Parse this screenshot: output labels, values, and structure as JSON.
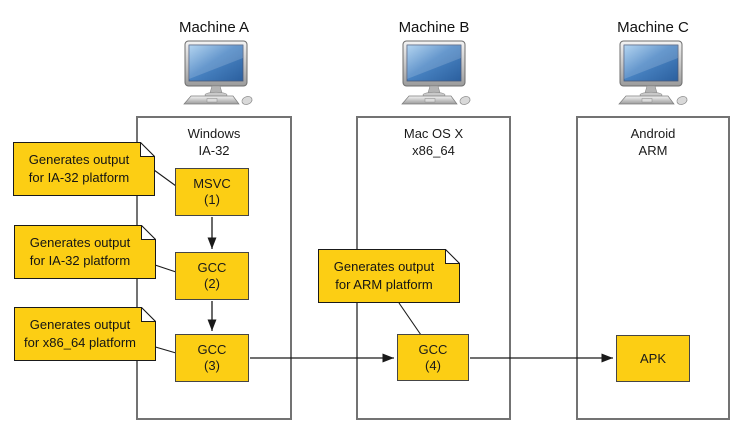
{
  "machines": [
    {
      "title": "Machine A",
      "platform": "Windows\nIA-32"
    },
    {
      "title": "Machine B",
      "platform": "Mac OS X\nx86_64"
    },
    {
      "title": "Machine C",
      "platform": "Android\nARM"
    }
  ],
  "nodes": [
    {
      "label": "MSVC",
      "seq": "(1)"
    },
    {
      "label": "GCC",
      "seq": "(2)"
    },
    {
      "label": "GCC",
      "seq": "(3)"
    },
    {
      "label": "GCC",
      "seq": "(4)"
    },
    {
      "label": "APK",
      "seq": ""
    }
  ],
  "notes": [
    {
      "text": "Generates output\nfor IA-32 platform"
    },
    {
      "text": "Generates output\nfor IA-32 platform"
    },
    {
      "text": "Generates output\nfor x86_64 platform"
    },
    {
      "text": "Generates output\nfor ARM platform"
    }
  ],
  "icons": {
    "computer": "computer-icon"
  },
  "colors": {
    "box_fill": "#FCCE14",
    "box_border": "#454545",
    "note_border": "#1a1a1a",
    "container_border": "#737373",
    "arrow": "#1a1a1a",
    "screen_blue": "#4a85c4"
  }
}
